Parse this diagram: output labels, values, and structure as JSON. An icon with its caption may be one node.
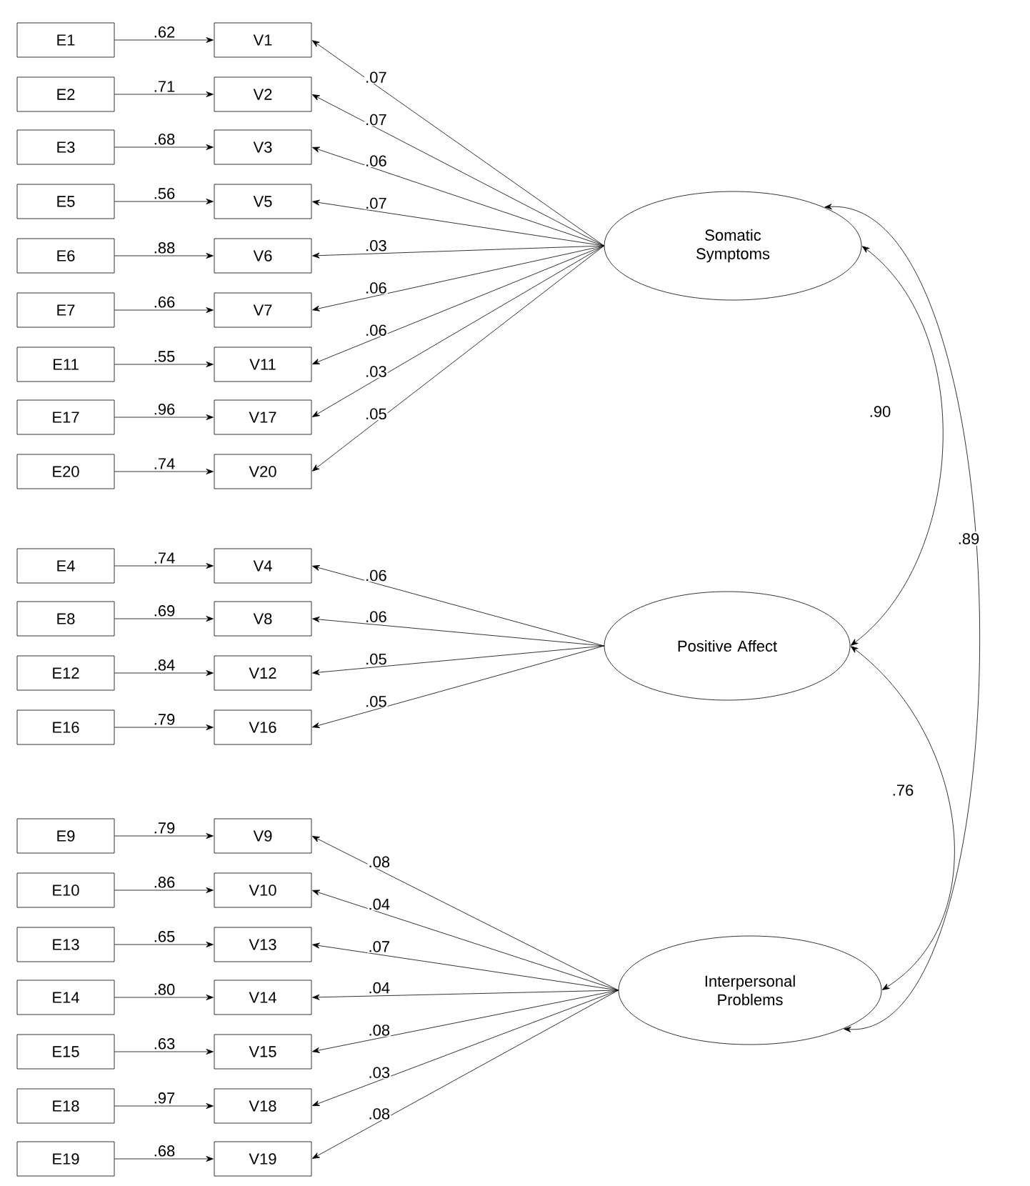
{
  "diagram": {
    "nodes": [
      {
        "text": [
          "E1"
        ]
      },
      {
        "text": [
          "V1"
        ]
      },
      {
        "text": [
          "E2"
        ]
      },
      {
        "text": [
          "V2"
        ]
      },
      {
        "text": [
          "E3"
        ]
      },
      {
        "text": [
          "V3"
        ]
      },
      {
        "text": [
          "E5"
        ]
      },
      {
        "text": [
          "V5"
        ]
      },
      {
        "text": [
          "E6"
        ]
      },
      {
        "text": [
          "V6"
        ]
      },
      {
        "text": [
          "E7"
        ]
      },
      {
        "text": [
          "V7"
        ]
      },
      {
        "text": [
          "E11"
        ]
      },
      {
        "text": [
          "V11"
        ]
      },
      {
        "text": [
          "E17"
        ]
      },
      {
        "text": [
          "V17"
        ]
      },
      {
        "text": [
          "E20"
        ]
      },
      {
        "text": [
          "V20"
        ]
      },
      {
        "text": [
          "E4"
        ]
      },
      {
        "text": [
          "V4"
        ]
      },
      {
        "text": [
          "E8"
        ]
      },
      {
        "text": [
          "V8"
        ]
      },
      {
        "text": [
          "E12"
        ]
      },
      {
        "text": [
          "V12"
        ]
      },
      {
        "text": [
          "E16"
        ]
      },
      {
        "text": [
          "V16"
        ]
      },
      {
        "text": [
          "E9"
        ]
      },
      {
        "text": [
          "V9"
        ]
      },
      {
        "text": [
          "E10"
        ]
      },
      {
        "text": [
          "V10"
        ]
      },
      {
        "text": [
          "E13"
        ]
      },
      {
        "text": [
          "V13"
        ]
      },
      {
        "text": [
          "E14"
        ]
      },
      {
        "text": [
          "V14"
        ]
      },
      {
        "text": [
          "E15"
        ]
      },
      {
        "text": [
          "V15"
        ]
      },
      {
        "text": [
          "E18"
        ]
      },
      {
        "text": [
          "V18"
        ]
      },
      {
        "text": [
          "E19"
        ]
      },
      {
        "text": [
          "V19"
        ]
      },
      {
        "text": [
          "Somatic Symptoms"
        ]
      },
      {
        "text": [
          "Positive Affect"
        ]
      },
      {
        "text": [
          "Interpersonal Problems"
        ]
      }
    ],
    "edges": [
      {
        "from": 0,
        "to": 1,
        "arrow": "to",
        "label": ".62"
      },
      {
        "from": 2,
        "to": 3,
        "arrow": "to",
        "label": ".71"
      },
      {
        "from": 4,
        "to": 5,
        "arrow": "to",
        "label": ".68"
      },
      {
        "from": 6,
        "to": 7,
        "arrow": "to",
        "label": ".56"
      },
      {
        "from": 8,
        "to": 9,
        "arrow": "to",
        "label": ".88"
      },
      {
        "from": 10,
        "to": 11,
        "arrow": "to",
        "label": ".66"
      },
      {
        "from": 12,
        "to": 13,
        "arrow": "to",
        "label": ".55"
      },
      {
        "from": 14,
        "to": 15,
        "arrow": "to",
        "label": ".96"
      },
      {
        "from": 16,
        "to": 17,
        "arrow": "to",
        "label": ".74"
      },
      {
        "from": 18,
        "to": 19,
        "arrow": "to",
        "label": ".74"
      },
      {
        "from": 20,
        "to": 21,
        "arrow": "to",
        "label": ".69"
      },
      {
        "from": 22,
        "to": 23,
        "arrow": "to",
        "label": ".84"
      },
      {
        "from": 24,
        "to": 25,
        "arrow": "to",
        "label": ".79"
      },
      {
        "from": 26,
        "to": 27,
        "arrow": "to",
        "label": ".79"
      },
      {
        "from": 28,
        "to": 29,
        "arrow": "to",
        "label": ".86"
      },
      {
        "from": 30,
        "to": 31,
        "arrow": "to",
        "label": ".65"
      },
      {
        "from": 32,
        "to": 33,
        "arrow": "to",
        "label": ".80"
      },
      {
        "from": 34,
        "to": 35,
        "arrow": "to",
        "label": ".63"
      },
      {
        "from": 36,
        "to": 37,
        "arrow": "to",
        "label": ".97"
      },
      {
        "from": 38,
        "to": 39,
        "arrow": "to",
        "label": ".68"
      },
      {
        "from": 40,
        "to": 1,
        "arrow": "to",
        "label": ".07"
      },
      {
        "from": 40,
        "to": 3,
        "arrow": "to",
        "label": ".07"
      },
      {
        "from": 40,
        "to": 5,
        "arrow": "to",
        "label": ".06"
      },
      {
        "from": 40,
        "to": 7,
        "arrow": "to",
        "label": ".07"
      },
      {
        "from": 40,
        "to": 9,
        "arrow": "to",
        "label": ".03"
      },
      {
        "from": 40,
        "to": 11,
        "arrow": "to",
        "label": ".06"
      },
      {
        "from": 40,
        "to": 13,
        "arrow": "to",
        "label": ".06"
      },
      {
        "from": 40,
        "to": 15,
        "arrow": "to",
        "label": ".03"
      },
      {
        "from": 40,
        "to": 17,
        "arrow": "to",
        "label": ".05"
      },
      {
        "from": 41,
        "to": 19,
        "arrow": "to",
        "label": ".06"
      },
      {
        "from": 41,
        "to": 21,
        "arrow": "to",
        "label": ".06"
      },
      {
        "from": 41,
        "to": 23,
        "arrow": "to",
        "label": ".05"
      },
      {
        "from": 41,
        "to": 25,
        "arrow": "to",
        "label": ".05"
      },
      {
        "from": 42,
        "to": 27,
        "arrow": "to",
        "label": ".08"
      },
      {
        "from": 42,
        "to": 29,
        "arrow": "to",
        "label": ".04"
      },
      {
        "from": 42,
        "to": 31,
        "arrow": "to",
        "label": ".07"
      },
      {
        "from": 42,
        "to": 33,
        "arrow": "to",
        "label": ".04"
      },
      {
        "from": 42,
        "to": 35,
        "arrow": "to",
        "label": ".08"
      },
      {
        "from": 42,
        "to": 37,
        "arrow": "to",
        "label": ".03"
      },
      {
        "from": 42,
        "to": 39,
        "arrow": "to",
        "label": ".08"
      },
      {
        "from": 40,
        "to": 41,
        "arrow": "both",
        "label": ".90"
      },
      {
        "from": 41,
        "to": 42,
        "arrow": "both",
        "label": ".76"
      },
      {
        "from": 40,
        "to": 42,
        "arrow": "both",
        "label": ".89"
      }
    ]
  }
}
